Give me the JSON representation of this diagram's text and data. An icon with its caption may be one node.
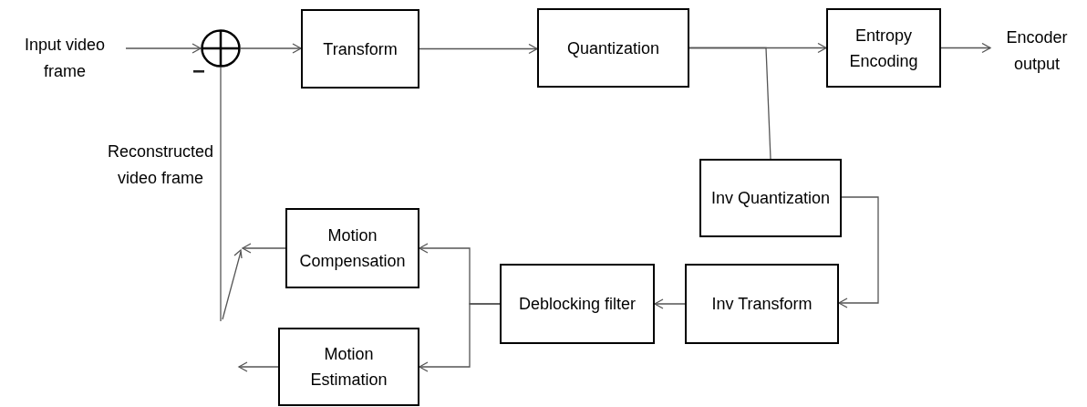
{
  "diagram": {
    "nodes": [
      {
        "text": [
          "Input video frame"
        ]
      },
      {
        "text": [],
        "shape": "circle"
      },
      {
        "text": [
          "Transform"
        ]
      },
      {
        "text": [
          "Quantization"
        ]
      },
      {
        "text": [
          "Entropy Encoding"
        ]
      },
      {
        "text": [
          "Encoder output"
        ]
      },
      {
        "text": [
          "Inv Quantization"
        ]
      },
      {
        "text": [
          "Motion Compensation"
        ]
      },
      {
        "text": [
          "Deblocking filter"
        ]
      },
      {
        "text": [
          "Inv Transform"
        ]
      },
      {
        "text": [
          "Motion Estimation"
        ]
      },
      {
        "text": [],
        "shape": "switch"
      }
    ],
    "edges": [
      {
        "from": 0,
        "to": 1,
        "arrow": "to"
      },
      {
        "from": 1,
        "to": 2,
        "arrow": "to"
      },
      {
        "from": 2,
        "to": 3,
        "arrow": "to"
      },
      {
        "from": 3,
        "to": 4,
        "arrow": "to"
      },
      {
        "from": 3,
        "to": 6,
        "arrow": "none"
      },
      {
        "from": 4,
        "to": 5,
        "arrow": "to"
      },
      {
        "from": 6,
        "to": 9,
        "arrow": "to"
      },
      {
        "from": 9,
        "to": 8,
        "arrow": "to"
      },
      {
        "from": 8,
        "to": 7,
        "arrow": "to"
      },
      {
        "from": 8,
        "to": 10,
        "arrow": "to"
      },
      {
        "from": 7,
        "to": 11,
        "arrow": "to"
      },
      {
        "from": 10,
        "to": null,
        "arrow": "to"
      },
      {
        "from": 1,
        "to": 11,
        "arrow": "none"
      }
    ],
    "labels": [
      "Reconstructed video frame",
      "−"
    ]
  }
}
